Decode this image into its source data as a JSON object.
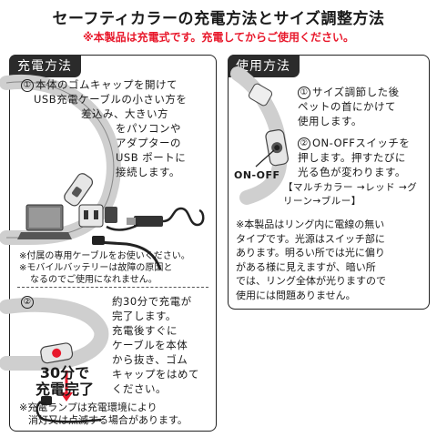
{
  "header": {
    "title": "セーフティカラーの充電方法とサイズ調整方法",
    "warning": "※本製品は充電式です。充電してからご使用ください。"
  },
  "charging": {
    "label": "充電方法",
    "step1": {
      "number": "①",
      "lines": [
        "本体のゴムキャップを開けて",
        "USB充電ケーブルの小さい方を",
        "差込み、大きい方",
        "をパソコンや",
        "アダプターの",
        "USB ポートに",
        "接続します。"
      ]
    },
    "note1": [
      "※付属の専用ケーブルをお使いください。",
      "※モバイルバッテリーは故障の原因と",
      "なるのでご使用になれません。"
    ],
    "step2": {
      "number": "②",
      "lines": [
        "約30分で充電が",
        "完了します。",
        "充電後すぐに",
        "ケーブルを本体",
        "から抜き、ゴム",
        "キャップをはめて",
        "ください。"
      ]
    },
    "complete_label": [
      "30分で",
      "充電完了"
    ],
    "note2": [
      "※充電ランプは充電環境により",
      "消灯又は点滅する場合があります。"
    ]
  },
  "usage": {
    "label": "使用方法",
    "step1": {
      "number": "①",
      "lines": [
        "サイズ調節した後",
        "ペットの首にかけて",
        "使用します。"
      ]
    },
    "step2": {
      "number": "②",
      "lines": [
        "ON-OFFスイッチを",
        "押します。押すたびに",
        "光る色が変わります。"
      ]
    },
    "switch_label": "ON-OFF",
    "color_cycle": "【マルチカラー →レッド →グリーン→ブルー】",
    "note": [
      "※本製品はリング内に電線の無い",
      "タイプです。光源はスイッチ部に",
      "あります。明るい所では光に偏り",
      "がある様に見えますが、暗い所",
      "では、リング全体が光りますので",
      "使用には問題ありません。"
    ]
  },
  "colors": {
    "accent_red": "#e8192c",
    "panel_label_bg": "#2b2b2b",
    "collar_gray": "#d0d0d0"
  }
}
